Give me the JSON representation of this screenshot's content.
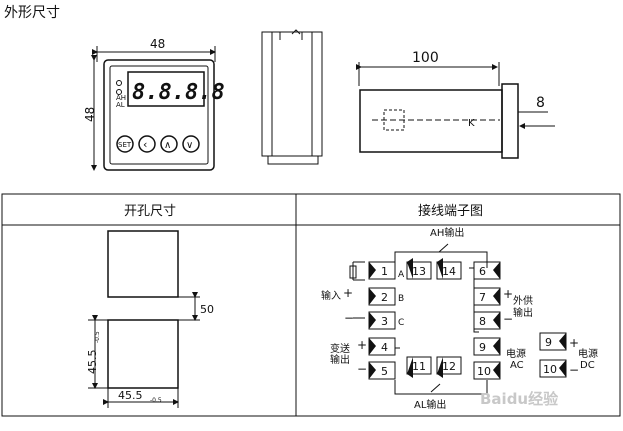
{
  "title": "外形尺寸",
  "front": {
    "width": "48",
    "height": "48",
    "leds": [
      "AH",
      "AL"
    ],
    "display": "8.8.8.8",
    "buttons": [
      "SET",
      "‹",
      "∧",
      "∨"
    ]
  },
  "side": {
    "length": "100",
    "flange": "8",
    "mark": "K"
  },
  "table": {
    "headers": [
      "开孔尺寸",
      "接线端子图"
    ]
  },
  "cutout": {
    "gap": "50",
    "height": "45.5",
    "width": "45.5",
    "tol": "-0.5"
  },
  "wiring": {
    "top_label": "AH输出",
    "bottom_label": "AL输出",
    "terminals_left": [
      "1",
      "2",
      "3",
      "4",
      "5"
    ],
    "letters": [
      "A",
      "B",
      "C"
    ],
    "terminals_top": [
      "13",
      "14"
    ],
    "terminals_bottom": [
      "11",
      "12"
    ],
    "terminals_right": [
      "6",
      "7",
      "8",
      "9",
      "10"
    ],
    "input_label": "输入",
    "transmit_label": [
      "变送",
      "输出"
    ],
    "ext_label": [
      "外供",
      "输出"
    ],
    "power_label": "电源",
    "ac": "AC",
    "dc": "DC",
    "dc_terminals": [
      "9",
      "10"
    ],
    "plus": "+",
    "minus": "−"
  },
  "watermark": "Baidu经验"
}
